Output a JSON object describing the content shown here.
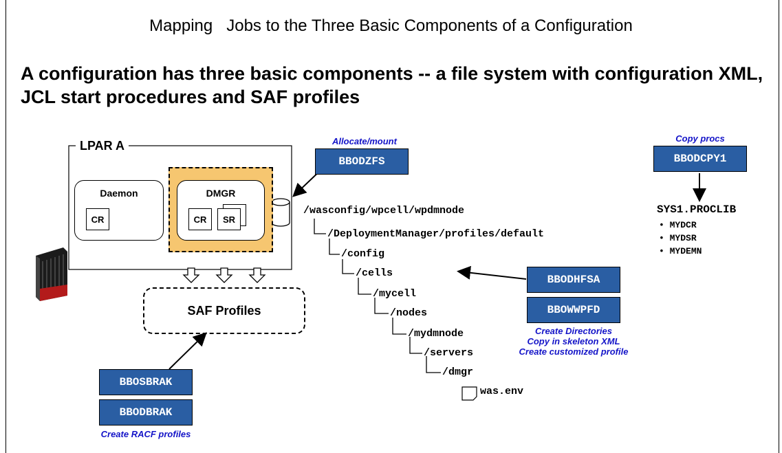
{
  "title": "Mapping   Jobs to the Three Basic Components of a Configuration",
  "headline": "A configuration has three basic components -- a file system with configuration XML, JCL start procedures and SAF profiles",
  "lpar": {
    "label": "LPAR A",
    "daemon": {
      "label": "Daemon",
      "cr": "CR"
    },
    "dmgr": {
      "label": "DMGR",
      "cr": "CR",
      "sr": "SR"
    }
  },
  "saf_profiles": "SAF Profiles",
  "jobs": {
    "allocate_caption": "Allocate/mount",
    "bbodzfs": "BBODZFS",
    "copy_procs_caption": "Copy procs",
    "bbodcpy1": "BBODCPY1",
    "bbodhfsa": "BBODHFSA",
    "bbowwpfd": "BBOWWPFD",
    "create_caption_1": "Create Directories",
    "create_caption_2": "Copy in skeleton XML",
    "create_caption_3": "Create customized profile",
    "bbosbrak": "BBOSBRAK",
    "bbodbrak": "BBODBRAK",
    "racf_caption": "Create RACF profiles"
  },
  "proclib": {
    "name": "SYS1.PROCLIB",
    "items": [
      "MYDCR",
      "MYDSR",
      "MYDEMN"
    ]
  },
  "tree": {
    "root": "/wasconfig/wpcell/wpdmnode",
    "l1": "/DeploymentManager/profiles/default",
    "l2": "/config",
    "l3": "/cells",
    "l4": "/mycell",
    "l5": "/nodes",
    "l6": "/mydmnode",
    "l7": "/servers",
    "l8": "/dmgr",
    "file": "was.env"
  },
  "colors": {
    "job_box": "#2a5ea3",
    "dmgr_fill": "#f6c670",
    "caption": "#1414c8"
  }
}
